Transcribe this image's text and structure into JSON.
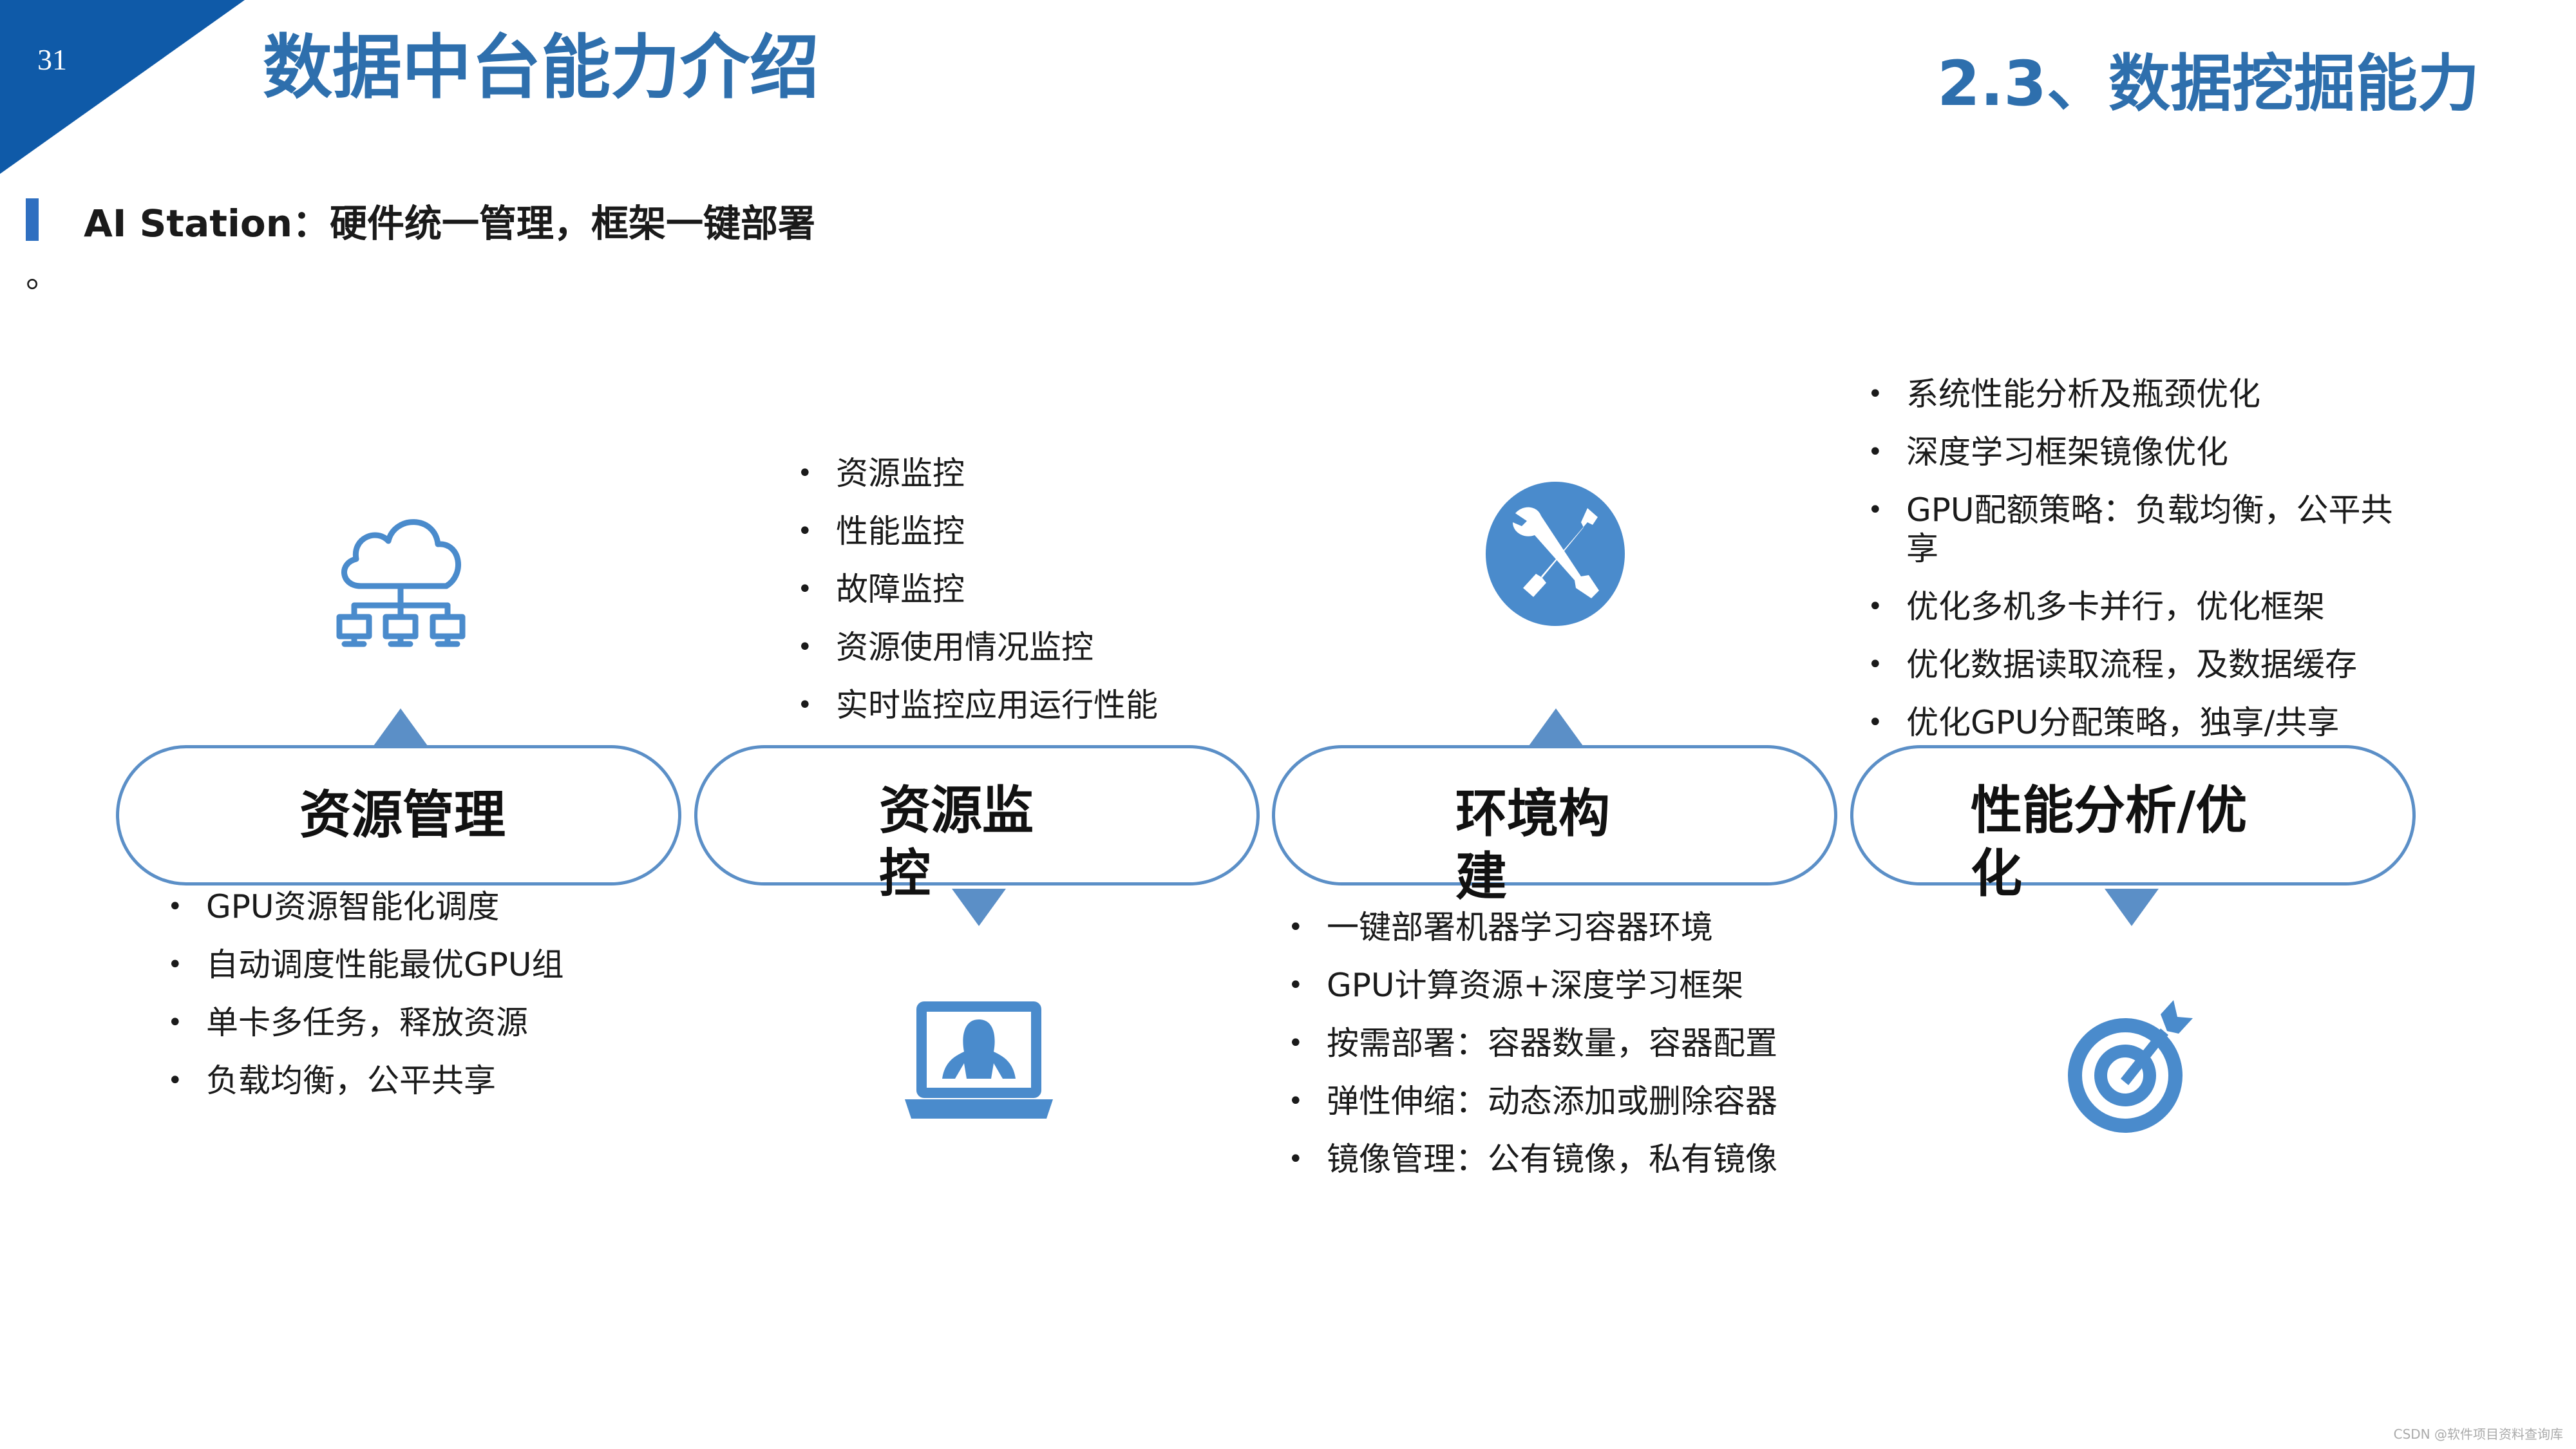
{
  "slide_number": "31",
  "title": "数据中台能力介绍",
  "section": "2.3、数据挖掘能力",
  "subtitle": {
    "brand": "AI Station",
    "text": "：硬件统一管理，框架一键部署",
    "tail": "。"
  },
  "columns": [
    {
      "label": "资源管理",
      "icon": "cloud-network-icon",
      "items": [
        "GPU资源智能化调度",
        "自动调度性能最优GPU组",
        "单卡多任务，释放资源",
        "负载均衡，公平共享"
      ]
    },
    {
      "label": "资源监控",
      "icon": "monitor-user-icon",
      "items": [
        "资源监控",
        "性能监控",
        "故障监控",
        "资源使用情况监控",
        "实时监控应用运行性能"
      ]
    },
    {
      "label": "环境构建",
      "icon": "tools-icon",
      "items": [
        "一键部署机器学习容器环境",
        "GPU计算资源+深度学习框架",
        "按需部署：容器数量，容器配置",
        "弹性伸缩：动态添加或删除容器",
        "镜像管理：公有镜像，私有镜像"
      ]
    },
    {
      "label": "性能分析/优化",
      "icon": "target-icon",
      "items": [
        "系统性能分析及瓶颈优化",
        "深度学习框架镜像优化",
        "GPU配额策略：负载均衡，公平共享",
        "优化多机多卡并行，优化框架",
        "优化数据读取流程，及数据缓存",
        "优化GPU分配策略，独享/共享"
      ]
    }
  ],
  "watermark": "CSDN @软件项目资料查询库",
  "colors": {
    "accent": "#2e6fad",
    "corner": "#0f5aa8",
    "pill_border": "#5b8fc7",
    "icon": "#4a8bcc"
  }
}
